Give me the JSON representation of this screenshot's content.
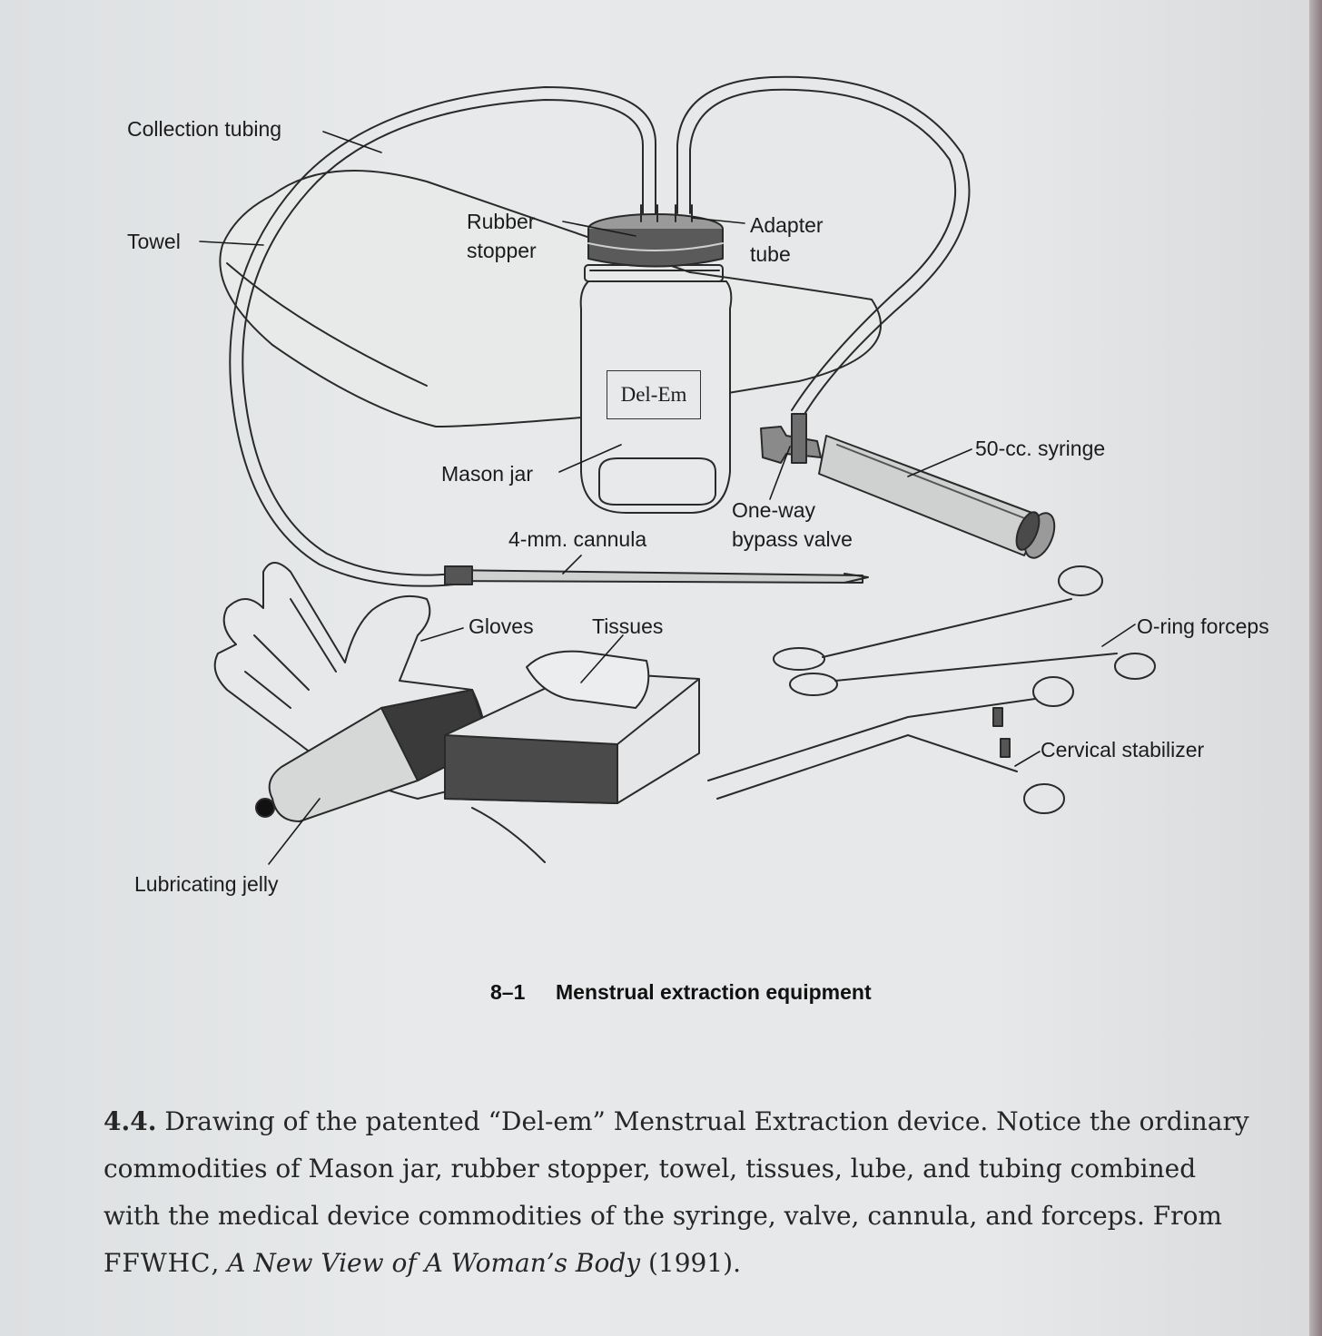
{
  "figure": {
    "labels": {
      "collection_tubing": "Collection tubing",
      "towel": "Towel",
      "rubber_stopper": "Rubber\nstopper",
      "adapter_tube": "Adapter\ntube",
      "jar_label": "Del-Em",
      "mason_jar": "Mason jar",
      "syringe": "50-cc. syringe",
      "bypass_valve": "One-way\nbypass valve",
      "cannula": "4-mm. cannula",
      "gloves": "Gloves",
      "tissues": "Tissues",
      "o_ring_forceps": "O-ring forceps",
      "cervical_stabilizer": "Cervical stabilizer",
      "lubricating_jelly": "Lubricating jelly"
    },
    "number": "8–1",
    "title": "Menstrual extraction equipment"
  },
  "caption": {
    "number": "4.4.",
    "line1": "Drawing of the patented “Del-em” Menstrual Extraction device. Notice the ordinary",
    "line2": "commodities of Mason jar, rubber stopper, towel, tissues, lube, and tubing combined",
    "line3": "with the medical device commodities of the syringe, valve, cannula, and forceps. From",
    "source_org": "FFWHC",
    "source_sep": ", ",
    "source_title": "A New View of A Woman’s Body",
    "source_year": " (1991)."
  }
}
